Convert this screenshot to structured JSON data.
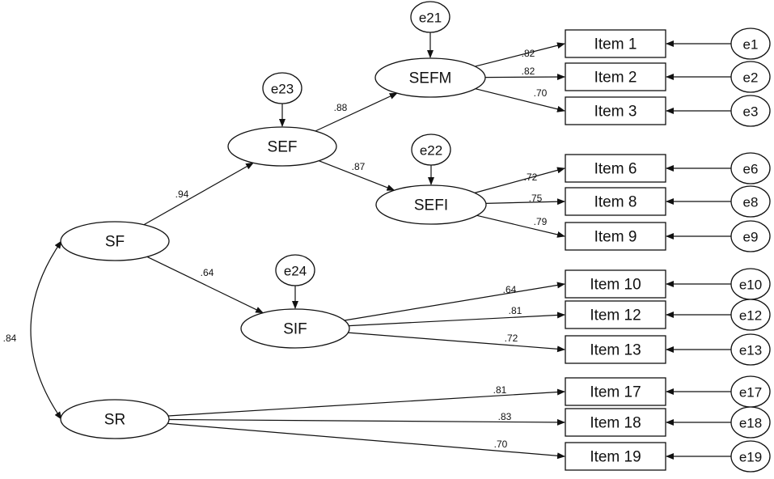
{
  "latents": [
    {
      "id": "SF",
      "label": "SF"
    },
    {
      "id": "SR",
      "label": "SR"
    },
    {
      "id": "SEF",
      "label": "SEF"
    },
    {
      "id": "SIF",
      "label": "SIF"
    },
    {
      "id": "SEFM",
      "label": "SEFM"
    },
    {
      "id": "SEFI",
      "label": "SEFI"
    }
  ],
  "indicators": [
    {
      "id": "item1",
      "label": "Item 1",
      "error": "e1",
      "factor": "SEFM",
      "loading": ".82"
    },
    {
      "id": "item2",
      "label": "Item 2",
      "error": "e2",
      "factor": "SEFM",
      "loading": ".82"
    },
    {
      "id": "item3",
      "label": "Item 3",
      "error": "e3",
      "factor": "SEFM",
      "loading": ".70"
    },
    {
      "id": "item6",
      "label": "Item 6",
      "error": "e6",
      "factor": "SEFI",
      "loading": ".72"
    },
    {
      "id": "item8",
      "label": "Item 8",
      "error": "e8",
      "factor": "SEFI",
      "loading": ".75"
    },
    {
      "id": "item9",
      "label": "Item 9",
      "error": "e9",
      "factor": "SEFI",
      "loading": ".79"
    },
    {
      "id": "item10",
      "label": "Item 10",
      "error": "e10",
      "factor": "SIF",
      "loading": ".64"
    },
    {
      "id": "item12",
      "label": "Item 12",
      "error": "e12",
      "factor": "SIF",
      "loading": ".81"
    },
    {
      "id": "item13",
      "label": "Item 13",
      "error": "e13",
      "factor": "SIF",
      "loading": ".72"
    },
    {
      "id": "item17",
      "label": "Item 17",
      "error": "e17",
      "factor": "SR",
      "loading": ".81"
    },
    {
      "id": "item18",
      "label": "Item 18",
      "error": "e18",
      "factor": "SR",
      "loading": ".83"
    },
    {
      "id": "item19",
      "label": "Item 19",
      "error": "e19",
      "factor": "SR",
      "loading": ".70"
    }
  ],
  "disturbances": [
    {
      "label": "e21",
      "target": "SEFM"
    },
    {
      "label": "e22",
      "target": "SEFI"
    },
    {
      "label": "e23",
      "target": "SEF"
    },
    {
      "label": "e24",
      "target": "SIF"
    }
  ],
  "structural_paths": [
    {
      "from": "SF",
      "to": "SEF",
      "coef": ".94"
    },
    {
      "from": "SF",
      "to": "SIF",
      "coef": ".64"
    },
    {
      "from": "SEF",
      "to": "SEFM",
      "coef": ".88"
    },
    {
      "from": "SEF",
      "to": "SEFI",
      "coef": ".87"
    }
  ],
  "correlations": [
    {
      "between": [
        "SF",
        "SR"
      ],
      "coef": ".84"
    }
  ]
}
